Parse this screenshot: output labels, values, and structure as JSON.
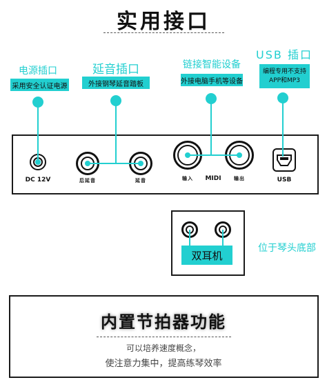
{
  "title": "实用接口",
  "colors": {
    "accent": "#22cfd0",
    "ink": "#111111"
  },
  "callouts": {
    "power": {
      "heading": "电源插口",
      "note": "采用安全认证电源"
    },
    "sustain": {
      "heading": "延音插口",
      "note": "外接钢琴延音踏板"
    },
    "midi": {
      "heading": "链接智能设备",
      "note": "外接电脑手机等设备"
    },
    "usb": {
      "heading": "USB 插口",
      "note_lines": [
        "编程专用不支持",
        "APP和MP3"
      ]
    }
  },
  "panel": {
    "ports": {
      "dc": "DC 12V",
      "sustain_rear": "后延音",
      "sustain": "延音",
      "midi_in": "输入",
      "midi": "MIDI",
      "midi_out": "输出",
      "usb": "USB"
    }
  },
  "headphones": {
    "label": "双耳机",
    "location": "位于琴头底部"
  },
  "metronome": {
    "title": "内置节拍器功能",
    "lines": [
      "可以培养速度概念，",
      "使注意力集中，提高练琴效率"
    ]
  },
  "icons": [
    "dc-power-jack-icon",
    "sustain-jack-icon",
    "midi-port-icon",
    "usb-port-icon",
    "headphone-jack-icon"
  ]
}
